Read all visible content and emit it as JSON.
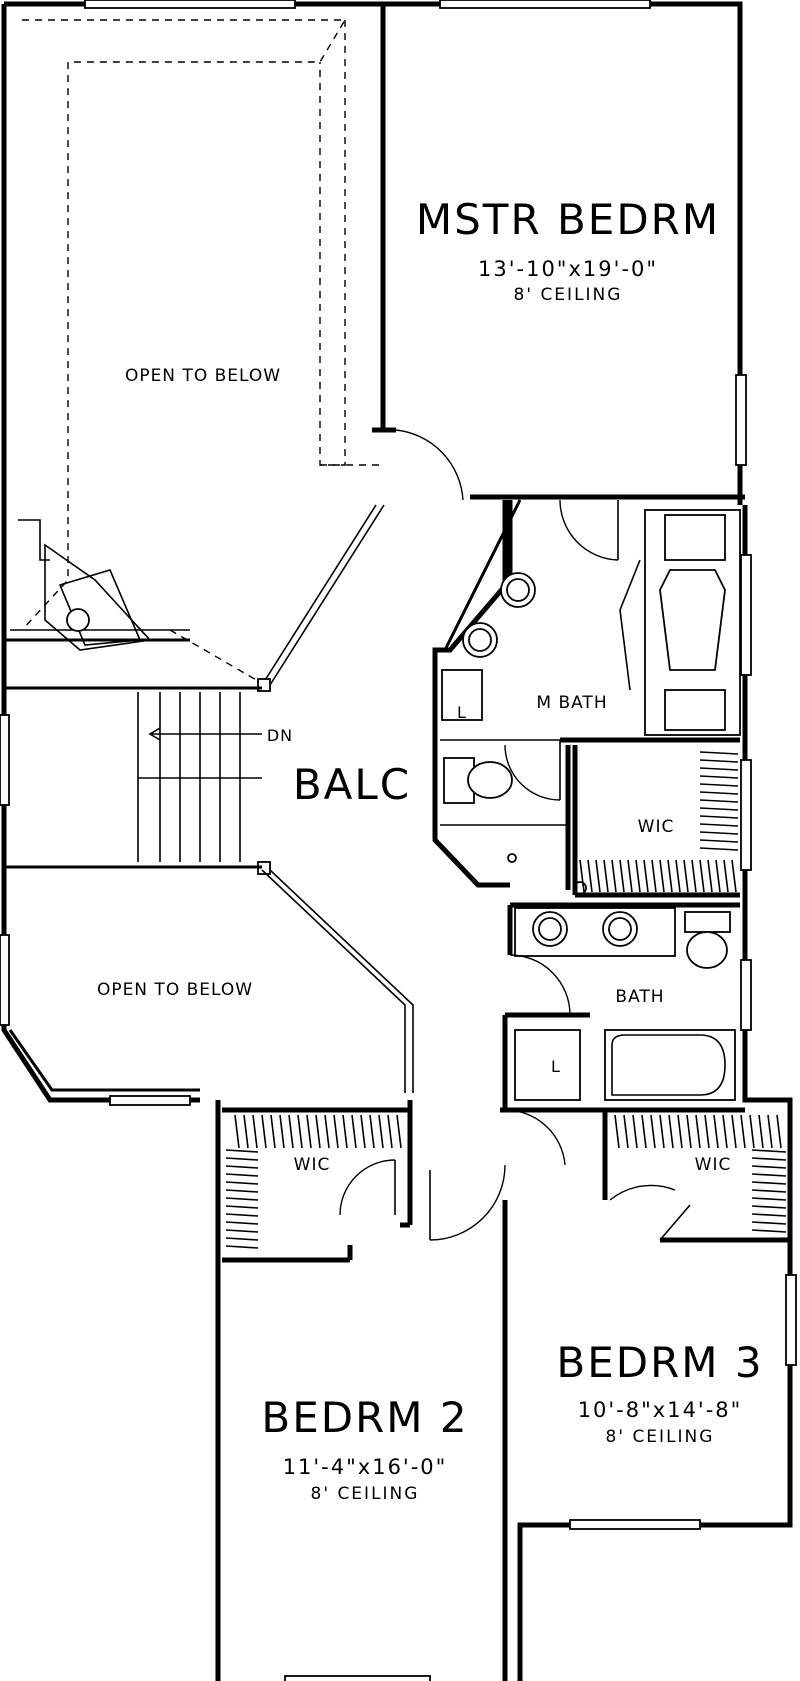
{
  "rooms": {
    "master": {
      "name": "MSTR BEDRM",
      "dims": "13'-10\"x19'-0\"",
      "ceiling": "8' CEILING"
    },
    "bed2": {
      "name": "BEDRM 2",
      "dims": "11'-4\"x16'-0\"",
      "ceiling": "8' CEILING"
    },
    "bed3": {
      "name": "BEDRM 3",
      "dims": "10'-8\"x14'-8\"",
      "ceiling": "8' CEILING"
    },
    "balcony": {
      "name": "BALC"
    },
    "master_bath": {
      "name": "M BATH"
    },
    "bath": {
      "name": "BATH"
    }
  },
  "labels": {
    "open_top": "OPEN TO BELOW",
    "open_bottom": "OPEN TO BELOW",
    "stair_down": "DN",
    "wic_master": "WIC",
    "wic_bed2": "WIC",
    "wic_bed3": "WIC",
    "linen_master": "L",
    "linen_bath": "L"
  }
}
